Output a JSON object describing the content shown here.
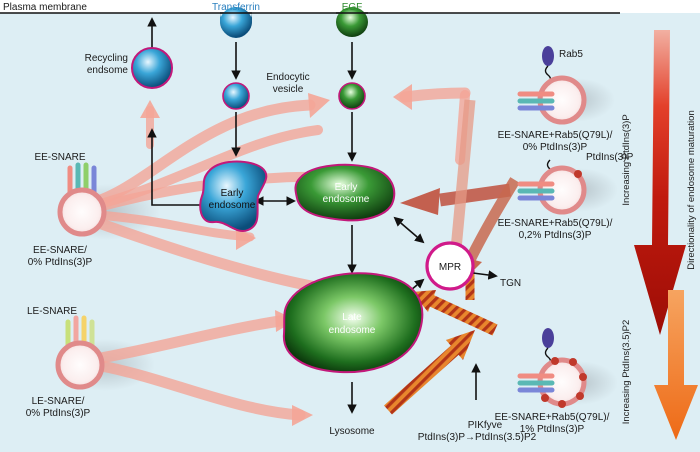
{
  "header": {
    "plasma_membrane": "Plasma membrane",
    "transferrin": "Transferrin",
    "egf": "EGF"
  },
  "compartments": {
    "recycling_endosome": [
      "Recycling",
      "endsome"
    ],
    "endocytic_vesicle": [
      "Endocytic",
      "vesicle"
    ],
    "early_endosome_blue": [
      "Early",
      "endosome"
    ],
    "early_endosome_green": [
      "Early",
      "endosome"
    ],
    "late_endosome": [
      "Late",
      "endosome"
    ],
    "lysosome": "Lysosome",
    "mpr": "MPR",
    "tgn": "TGN"
  },
  "left_vesicles": {
    "ee_snare_title": "EE-SNARE",
    "ee_snare_caption": [
      "EE-SNARE/",
      "0% PtdIns(3)P"
    ],
    "le_snare_title": "LE-SNARE",
    "le_snare_caption": [
      "LE-SNARE/",
      "0% PtdIns(3)P"
    ]
  },
  "right_vesicles": {
    "rab5": "Rab5",
    "ptdins3p": "PtdIns(3)P",
    "v1_caption": [
      "EE-SNARE+Rab5(Q79L)/",
      "0% PtdIns(3)P"
    ],
    "v2_caption": [
      "EE-SNARE+Rab5(Q79L)/",
      "0,2% PtdIns(3)P"
    ],
    "v3_caption": [
      "EE-SNARE+Rab5(Q79L)/",
      "1% PtdIns(3)P"
    ]
  },
  "pikfyve": {
    "name": "PIKfyve",
    "reaction": "PtdIns(3)P→PtdIns(3.5)P2"
  },
  "side_labels": {
    "increasing_ptdins3p": "Increasing PtdIns(3)P",
    "increasing_ptdins35p2": "Increasing PtdIns(3.5)P2",
    "directionality": "Directionality of endosome maturation"
  },
  "colors": {
    "background": "#ddeef4",
    "pink_arrow": "#f4a597",
    "orange_arrow": "#e8602a",
    "red_arrow": "#c8281a",
    "blue_endosome": "#3aa6d8",
    "green_endosome": "#2c8a2c",
    "magenta_outline": "#c2187a"
  }
}
